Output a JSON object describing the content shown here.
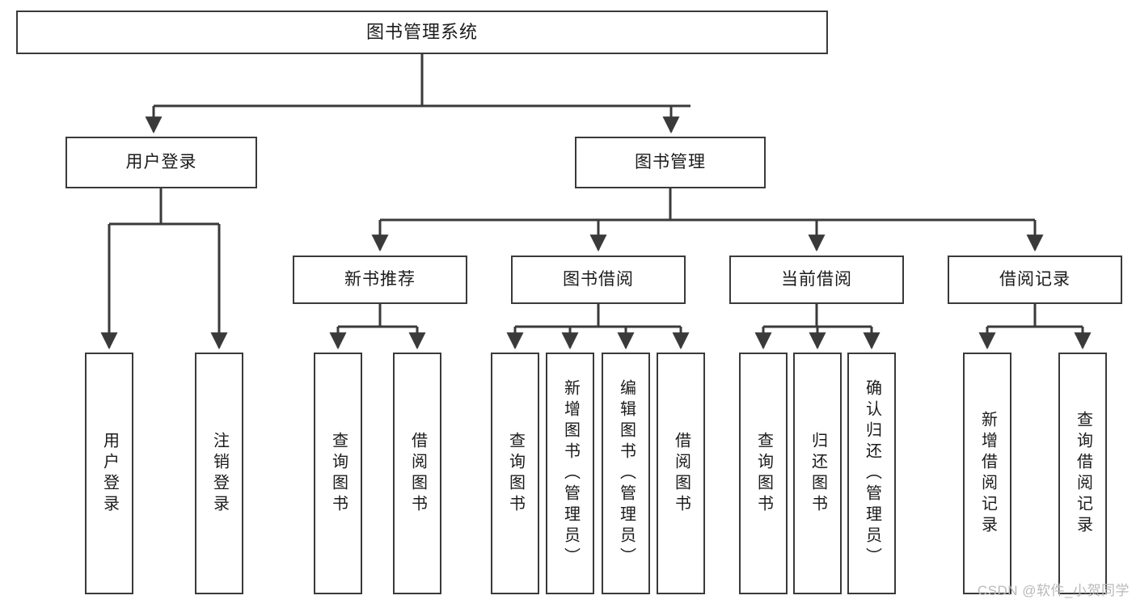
{
  "diagram": {
    "title": "图书管理系统",
    "type": "tree",
    "orientation": "top-down",
    "colors": {
      "stroke": "#3a3a3a",
      "fill": "#ffffff",
      "text": "#1b1b1b",
      "watermark": "#b9b9b9"
    },
    "nodes": {
      "root": {
        "label": "图书管理系统"
      },
      "level2": [
        {
          "id": "user-login",
          "label": "用户登录"
        },
        {
          "id": "book-management",
          "label": "图书管理"
        }
      ],
      "level3": [
        {
          "id": "new-book-recommend",
          "label": "新书推荐"
        },
        {
          "id": "book-borrow",
          "label": "图书借阅"
        },
        {
          "id": "current-borrow",
          "label": "当前借阅"
        },
        {
          "id": "borrow-record",
          "label": "借阅记录"
        }
      ],
      "leaves": {
        "user-login": [
          {
            "id": "leaf-user-login",
            "label": "用户登录"
          },
          {
            "id": "leaf-logout-login",
            "label": "注销登录"
          }
        ],
        "new-book-recommend": [
          {
            "id": "leaf-query-book-1",
            "label": "查询图书"
          },
          {
            "id": "leaf-borrow-book-1",
            "label": "借阅图书"
          }
        ],
        "book-borrow": [
          {
            "id": "leaf-query-book-2",
            "label": "查询图书"
          },
          {
            "id": "leaf-add-book",
            "label": "新增图书（管理员）"
          },
          {
            "id": "leaf-edit-book",
            "label": "编辑图书（管理员）"
          },
          {
            "id": "leaf-borrow-book-2",
            "label": "借阅图书"
          }
        ],
        "current-borrow": [
          {
            "id": "leaf-query-book-3",
            "label": "查询图书"
          },
          {
            "id": "leaf-return-book",
            "label": "归还图书"
          },
          {
            "id": "leaf-confirm-return",
            "label": "确认归还（管理员）"
          }
        ],
        "borrow-record": [
          {
            "id": "leaf-add-record",
            "label": "新增借阅记录"
          },
          {
            "id": "leaf-query-record",
            "label": "查询借阅记录"
          }
        ]
      }
    },
    "watermark": "CSDN @软件_小贺同学"
  }
}
